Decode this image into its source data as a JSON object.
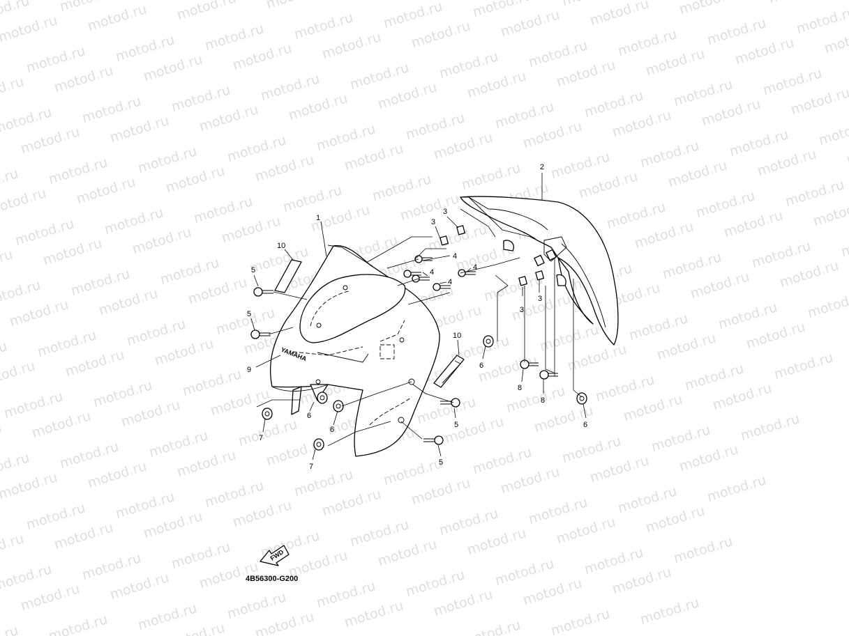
{
  "watermark": {
    "text": "motod.ru"
  },
  "diagram": {
    "drawing_code": "4B56300-G200",
    "fwd_label": "FWD",
    "brand_label": "YAMAHA",
    "callouts": [
      "1",
      "2",
      "3",
      "3",
      "3",
      "3",
      "4",
      "4",
      "4",
      "4",
      "5",
      "5",
      "5",
      "5",
      "6",
      "6",
      "6",
      "6",
      "7",
      "7",
      "8",
      "8",
      "9",
      "10",
      "10"
    ]
  }
}
